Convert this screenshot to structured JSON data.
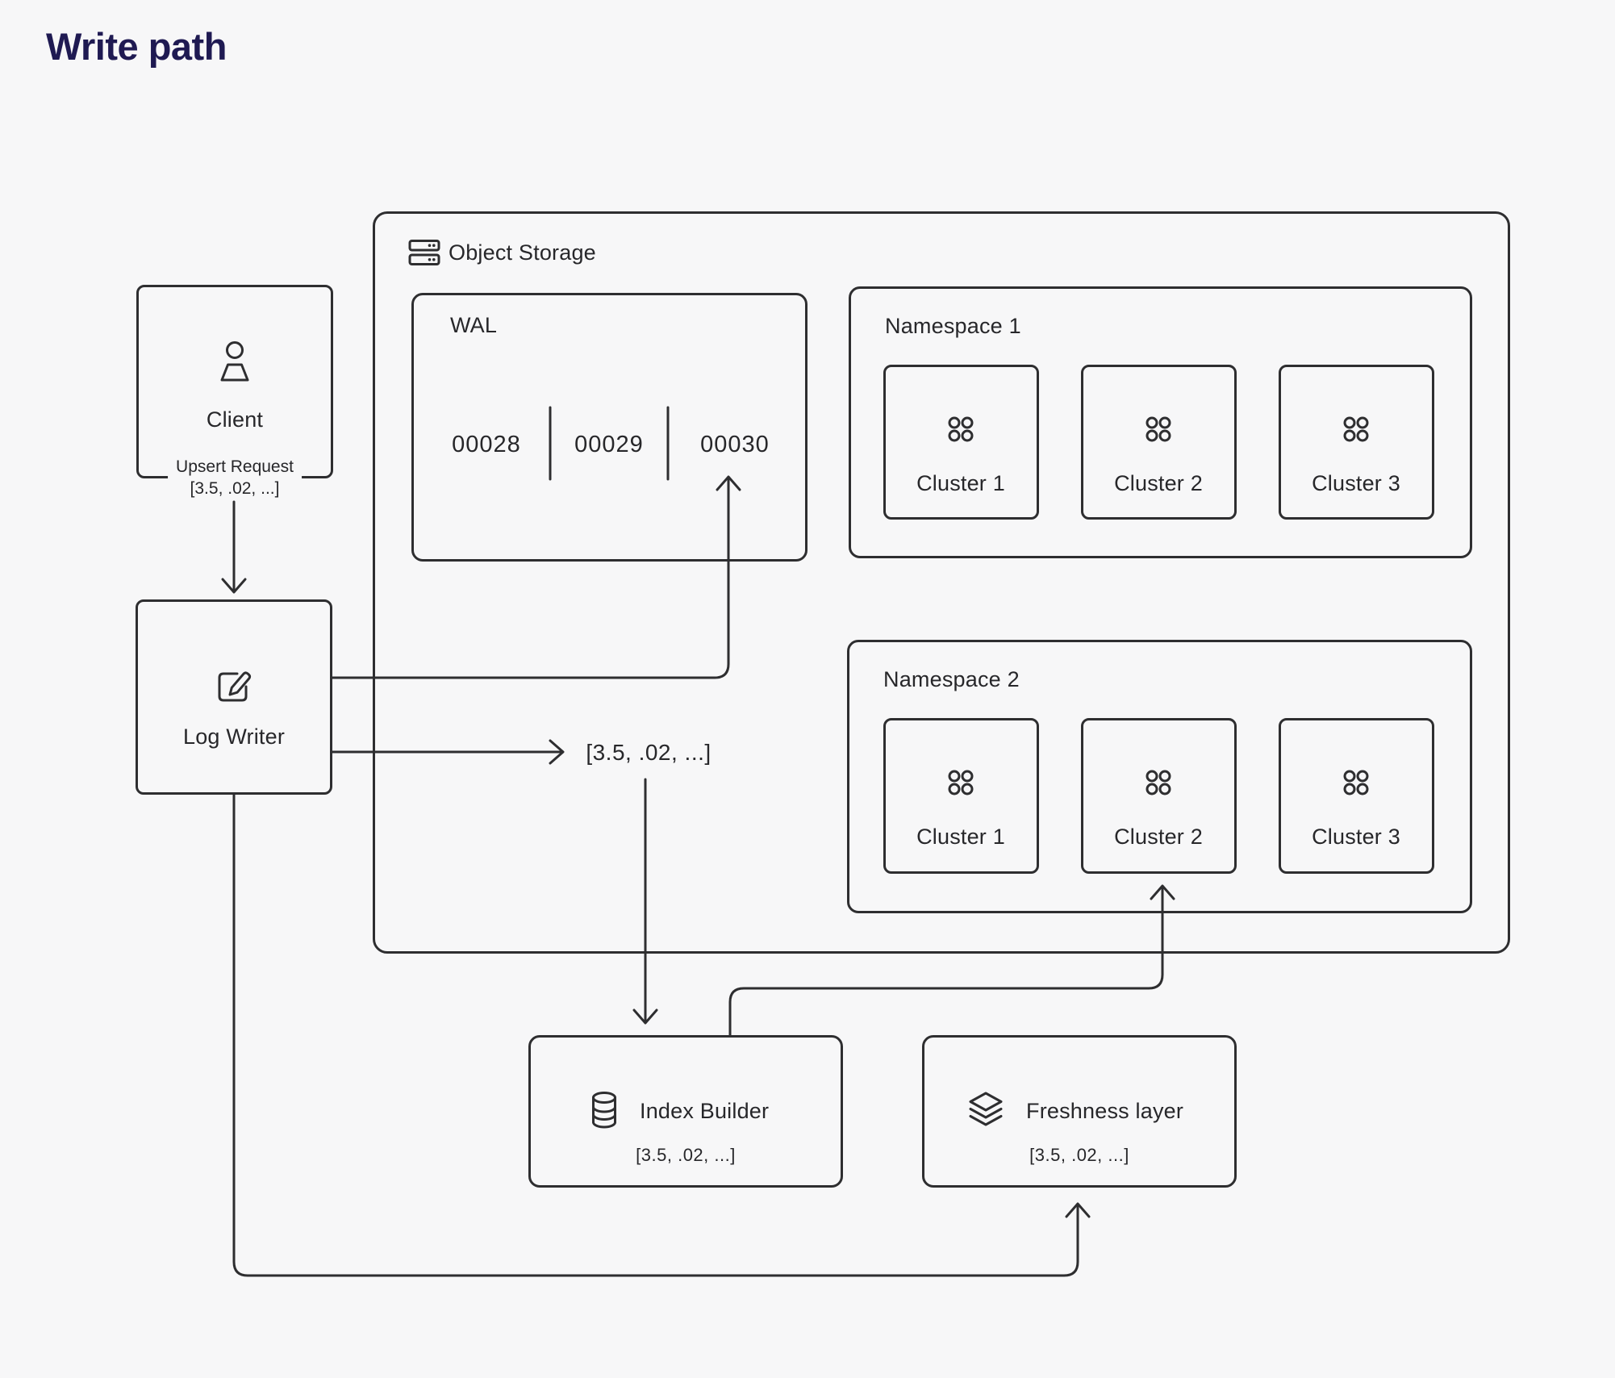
{
  "title": "Write path",
  "client": {
    "label": "Client",
    "request_line1": "Upsert Request",
    "request_line2": "[3.5, .02, ...]"
  },
  "log_writer": {
    "label": "Log Writer"
  },
  "object_storage": {
    "label": "Object Storage"
  },
  "wal": {
    "label": "WAL",
    "segments": [
      "00028",
      "00029",
      "00030"
    ]
  },
  "namespaces": [
    {
      "label": "Namespace 1",
      "clusters": [
        "Cluster 1",
        "Cluster 2",
        "Cluster 3"
      ]
    },
    {
      "label": "Namespace 2",
      "clusters": [
        "Cluster 1",
        "Cluster 2",
        "Cluster 3"
      ]
    }
  ],
  "flow": {
    "vector_label": "[3.5, .02, ...]"
  },
  "index_builder": {
    "label": "Index Builder",
    "vector": "[3.5, .02, ...]"
  },
  "freshness_layer": {
    "label": "Freshness layer",
    "vector": "[3.5, .02, ...]"
  },
  "icons": {
    "client": "person-icon",
    "log_writer": "edit-pencil-icon",
    "object_storage": "server-stack-icon",
    "cluster": "dots-grid-icon",
    "index_builder": "database-icon",
    "freshness_layer": "layers-icon"
  },
  "colors": {
    "background": "#f7f7f8",
    "line": "#2e2e30",
    "text": "#27272a",
    "title": "#1f1a52"
  }
}
